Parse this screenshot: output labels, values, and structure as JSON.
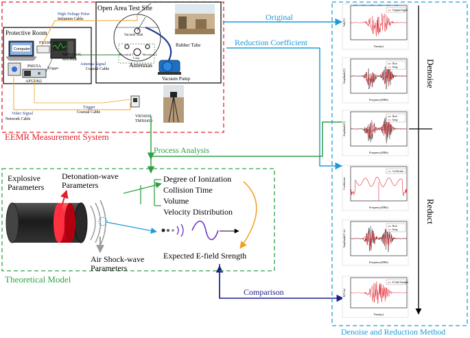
{
  "eemr": {
    "title": "EEMR Measurement System",
    "protective_room": "Protective Room",
    "open_area": "Open Area Test Site",
    "computer": "Computer",
    "fd100": "FD100",
    "mdo": "MDO4104C",
    "mso": "MSO64B",
    "p6015a": "P6015A",
    "trigger": "Trigger",
    "afg": "AFG1062",
    "hv_pulse": "High-Voltage Pulse",
    "init_cable": "Initiation Cable",
    "antenna_signal": "Antenna Signal",
    "coaxial": "Coaxial Cable",
    "vacuum_tank": "Vacuum Tank",
    "rubber_tube": "Rubber Tube",
    "antennas": "Antennas",
    "vacuum_pump": "Vacuum Pump",
    "biconical1": "Biconical 1",
    "biconical2": "Biconical 2",
    "loop": "Loop",
    "video_signal": "Video Signal",
    "network_cable": "Network Cable",
    "trigger2": "Trigger",
    "coaxial2": "Coaxial Cable",
    "veo": "VEO410L",
    "tmx": "TMX6410"
  },
  "labels": {
    "original": "Original",
    "reduction": "Reduction Coefficient",
    "process": "Process Analysis",
    "comparison": "Comparison",
    "denoise": "Denoise",
    "reduct": "Reduct",
    "method": "Denoise and Reduction Method"
  },
  "theory": {
    "title": "Theoretical Model",
    "explosive": [
      "Explosive",
      "Parameters"
    ],
    "detonation": [
      "Detonation-wave",
      "Parameters"
    ],
    "shock": [
      "Air Shock-wave",
      "Parameters"
    ],
    "params": [
      "Degree of Ionization",
      "Collision Time",
      "Volume",
      "Velocity Distribution"
    ],
    "efield": "Expected E-field Srength"
  },
  "plots": [
    {
      "legend": [
        "Original Signal"
      ],
      "xlabel": "Time(μs)",
      "ylabel": "Volt(V)"
    },
    {
      "legend": [
        "Real",
        "Imag"
      ],
      "xlabel": "Frequency(MHz)",
      "ylabel": "Amplitude(V)"
    },
    {
      "legend": [
        "Real",
        "Imag"
      ],
      "xlabel": "Frequency(MHz)",
      "ylabel": "Amplitude(V)"
    },
    {
      "legend": [
        "Coefficient"
      ],
      "xlabel": "Frequency(MHz)",
      "ylabel": "Coefficient"
    },
    {
      "legend": [
        "Real",
        "Imag"
      ],
      "xlabel": "Frequency(MHz)",
      "ylabel": "Amplitude(V·m)"
    },
    {
      "legend": [
        "E-field Strength"
      ],
      "xlabel": "Time(μs)",
      "ylabel": "E(V/m)"
    }
  ],
  "colors": {
    "red": "#e0202a",
    "green": "#2ea043",
    "blue": "#1e9ad6",
    "navy": "#1c1c8c",
    "orange": "#f0a020"
  }
}
